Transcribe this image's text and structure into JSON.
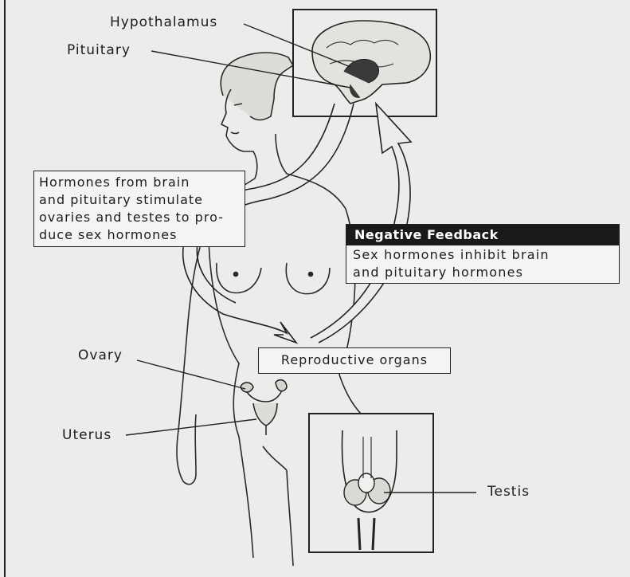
{
  "labels": {
    "hypothalamus": "Hypothalamus",
    "pituitary": "Pituitary",
    "ovary": "Ovary",
    "uterus": "Uterus",
    "testis": "Testis"
  },
  "stimulate_box": {
    "lines": [
      "Hormones from brain",
      "and pituitary stimulate",
      "ovaries and testes to pro-",
      "duce sex hormones"
    ]
  },
  "negative_feedback": {
    "title": "Negative Feedback",
    "lines": [
      "Sex hormones inhibit brain",
      "and pituitary hormones"
    ]
  },
  "reproductive_organs": "Reproductive organs",
  "colors": {
    "background": "#ececea",
    "ink": "#1d1d1d",
    "title_band": "#1a1a1a"
  }
}
